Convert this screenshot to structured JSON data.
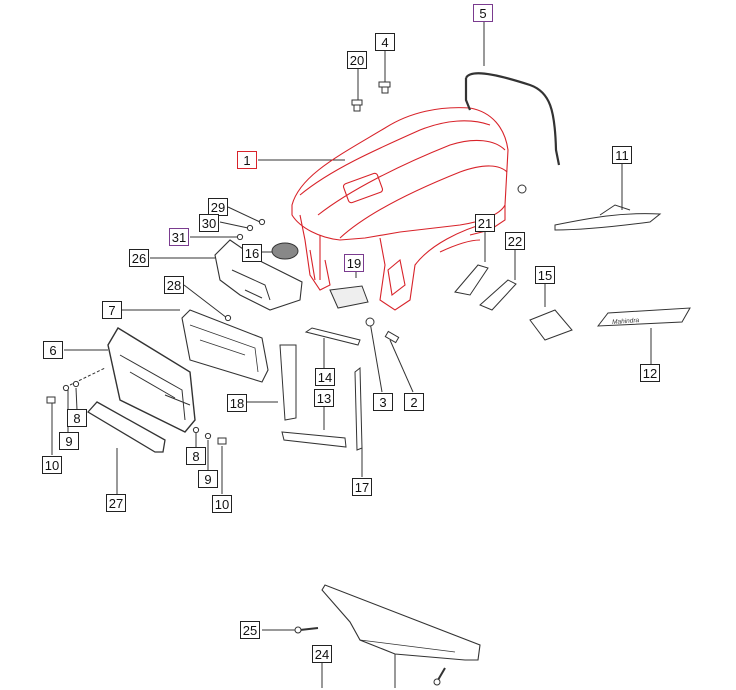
{
  "diagram": {
    "parts": [
      {
        "id": "1",
        "label": "1",
        "variant": "red"
      },
      {
        "id": "2",
        "label": "2",
        "variant": "black"
      },
      {
        "id": "3",
        "label": "3",
        "variant": "black"
      },
      {
        "id": "4",
        "label": "4",
        "variant": "black"
      },
      {
        "id": "5",
        "label": "5",
        "variant": "purple"
      },
      {
        "id": "6",
        "label": "6",
        "variant": "black"
      },
      {
        "id": "7",
        "label": "7",
        "variant": "black"
      },
      {
        "id": "8a",
        "label": "8",
        "variant": "black"
      },
      {
        "id": "8b",
        "label": "8",
        "variant": "black"
      },
      {
        "id": "9a",
        "label": "9",
        "variant": "black"
      },
      {
        "id": "9b",
        "label": "9",
        "variant": "black"
      },
      {
        "id": "10a",
        "label": "10",
        "variant": "black"
      },
      {
        "id": "10b",
        "label": "10",
        "variant": "black"
      },
      {
        "id": "11",
        "label": "11",
        "variant": "black"
      },
      {
        "id": "12",
        "label": "12",
        "variant": "black"
      },
      {
        "id": "13",
        "label": "13",
        "variant": "black"
      },
      {
        "id": "14",
        "label": "14",
        "variant": "black"
      },
      {
        "id": "15",
        "label": "15",
        "variant": "black"
      },
      {
        "id": "16",
        "label": "16",
        "variant": "black"
      },
      {
        "id": "17",
        "label": "17",
        "variant": "black"
      },
      {
        "id": "18",
        "label": "18",
        "variant": "black"
      },
      {
        "id": "19",
        "label": "19",
        "variant": "purple"
      },
      {
        "id": "20",
        "label": "20",
        "variant": "black"
      },
      {
        "id": "21",
        "label": "21",
        "variant": "black"
      },
      {
        "id": "22",
        "label": "22",
        "variant": "black"
      },
      {
        "id": "24",
        "label": "24",
        "variant": "black"
      },
      {
        "id": "25",
        "label": "25",
        "variant": "black"
      },
      {
        "id": "26",
        "label": "26",
        "variant": "black"
      },
      {
        "id": "27",
        "label": "27",
        "variant": "black"
      },
      {
        "id": "28",
        "label": "28",
        "variant": "black"
      },
      {
        "id": "29",
        "label": "29",
        "variant": "black"
      },
      {
        "id": "30",
        "label": "30",
        "variant": "black"
      },
      {
        "id": "31",
        "label": "31",
        "variant": "purple"
      }
    ],
    "emblem_text": "Mahindra",
    "colors": {
      "highlight": "#d8232a",
      "subassembly": "#7a3b8f",
      "line": "#222222"
    }
  }
}
